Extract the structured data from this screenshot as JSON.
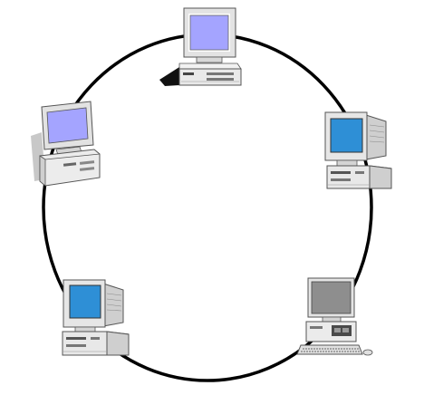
{
  "diagram": {
    "type": "ring-network-topology",
    "nodes": [
      {
        "icon": "desktop-computer-top",
        "screen_color": "#a4a4ff"
      },
      {
        "icon": "desktop-computer-right",
        "screen_color": "#2e8fd6"
      },
      {
        "icon": "desktop-computer-bottom-right",
        "screen_color": "#8e8e8e"
      },
      {
        "icon": "desktop-computer-bottom-left",
        "screen_color": "#2e8fd6"
      },
      {
        "icon": "desktop-computer-left",
        "screen_color": "#a4a4ff"
      }
    ],
    "ring_color": "#000000"
  }
}
